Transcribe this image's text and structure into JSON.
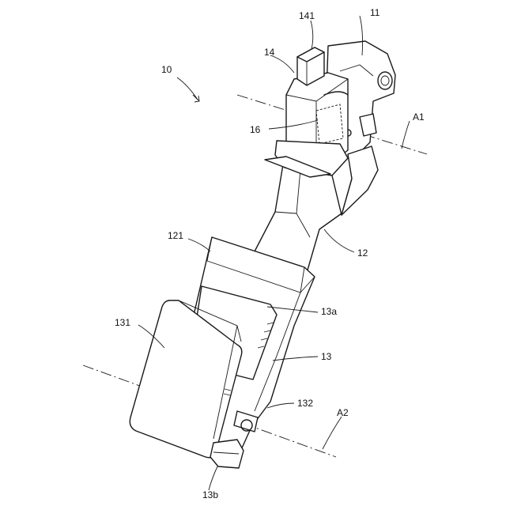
{
  "labels": {
    "assembly": "10",
    "housing": "11",
    "arm": "12",
    "pedal": "13",
    "pedal_upper": "13a",
    "pedal_lower": "13b",
    "sensor": "14",
    "connector": "141",
    "magnet": "16",
    "arm_end": "121",
    "pad": "131",
    "hinge": "132",
    "axis1": "A1",
    "axis2": "A2"
  }
}
